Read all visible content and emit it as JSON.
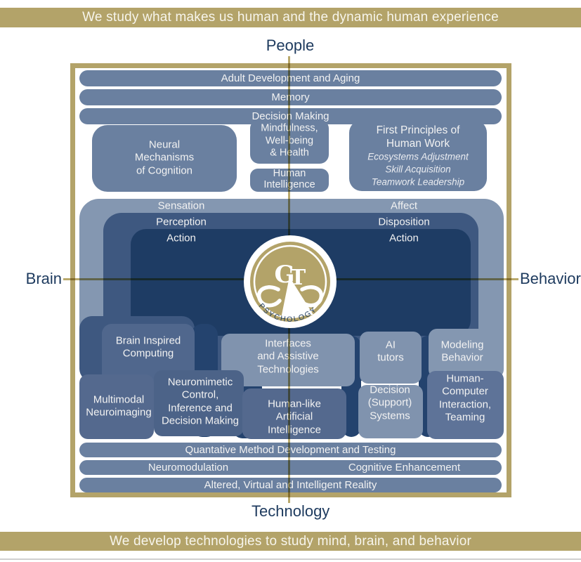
{
  "banner_top": "We study what makes us human and the dynamic human experience",
  "banner_bottom": "We develop technologies to study mind, brain, and behavior",
  "axes": {
    "top": "People",
    "bottom": "Technology",
    "left": "Brain",
    "right": "Behavior"
  },
  "colors": {
    "gold": "#B3A369",
    "navy_text": "#1D3A5E",
    "bar_blue": "#6A80A0",
    "layer_light": "#8497B1",
    "layer_medium_dark": "#3E5880",
    "layer_dark": "#1E3C64",
    "overlap_dark": "#24436E",
    "box_medium": "#54698E",
    "box_light": "#8093AE",
    "label_text": "#F2F2F2"
  },
  "top_bars": [
    "Adult Development and Aging",
    "Memory",
    "Decision Making"
  ],
  "upper_boxes": {
    "neural": "Neural\nMechanisms\nof Cognition",
    "mindfulness": "Mindfulness,\nWell-being\n& Health",
    "human_intelligence": "Human\nIntelligence",
    "first_principles_title": "First Principles of\nHuman Work",
    "first_principles_topics": "Ecosystems    Adjustment\nSkill Acquisition\nTeamwork    Leadership"
  },
  "quadrants": {
    "brain_side": [
      "Sensation",
      "Perception",
      "Action"
    ],
    "behavior_side": [
      "Affect",
      "Disposition",
      "Action"
    ]
  },
  "logo": {
    "monogram": "GT",
    "label": "PSYCHOLOGY"
  },
  "tech_boxes": {
    "brain_inspired": "Brain Inspired\nComputing",
    "interfaces": "Interfaces\nand Assistive\nTechnologies",
    "ai_tutors": "AI\ntutors",
    "modeling": "Modeling\nBehavior",
    "multimodal": "Multimodal\nNeuroimaging",
    "neuromimetic": "Neuromimetic\nControl,\nInference and\nDecision Making",
    "human_like": "Human-like\nArtificial\nIntelligence",
    "decision_support": "Decision\n(Support)\nSystems",
    "hci": "Human-\nComputer\nInteraction,\nTeaming"
  },
  "bottom_bars": {
    "quant": "Quantative Method Development and Testing",
    "neuromodulation": "Neuromodulation",
    "cognitive": "Cognitive Enhancement",
    "altered": "Altered, Virtual and Intelligent Reality"
  }
}
